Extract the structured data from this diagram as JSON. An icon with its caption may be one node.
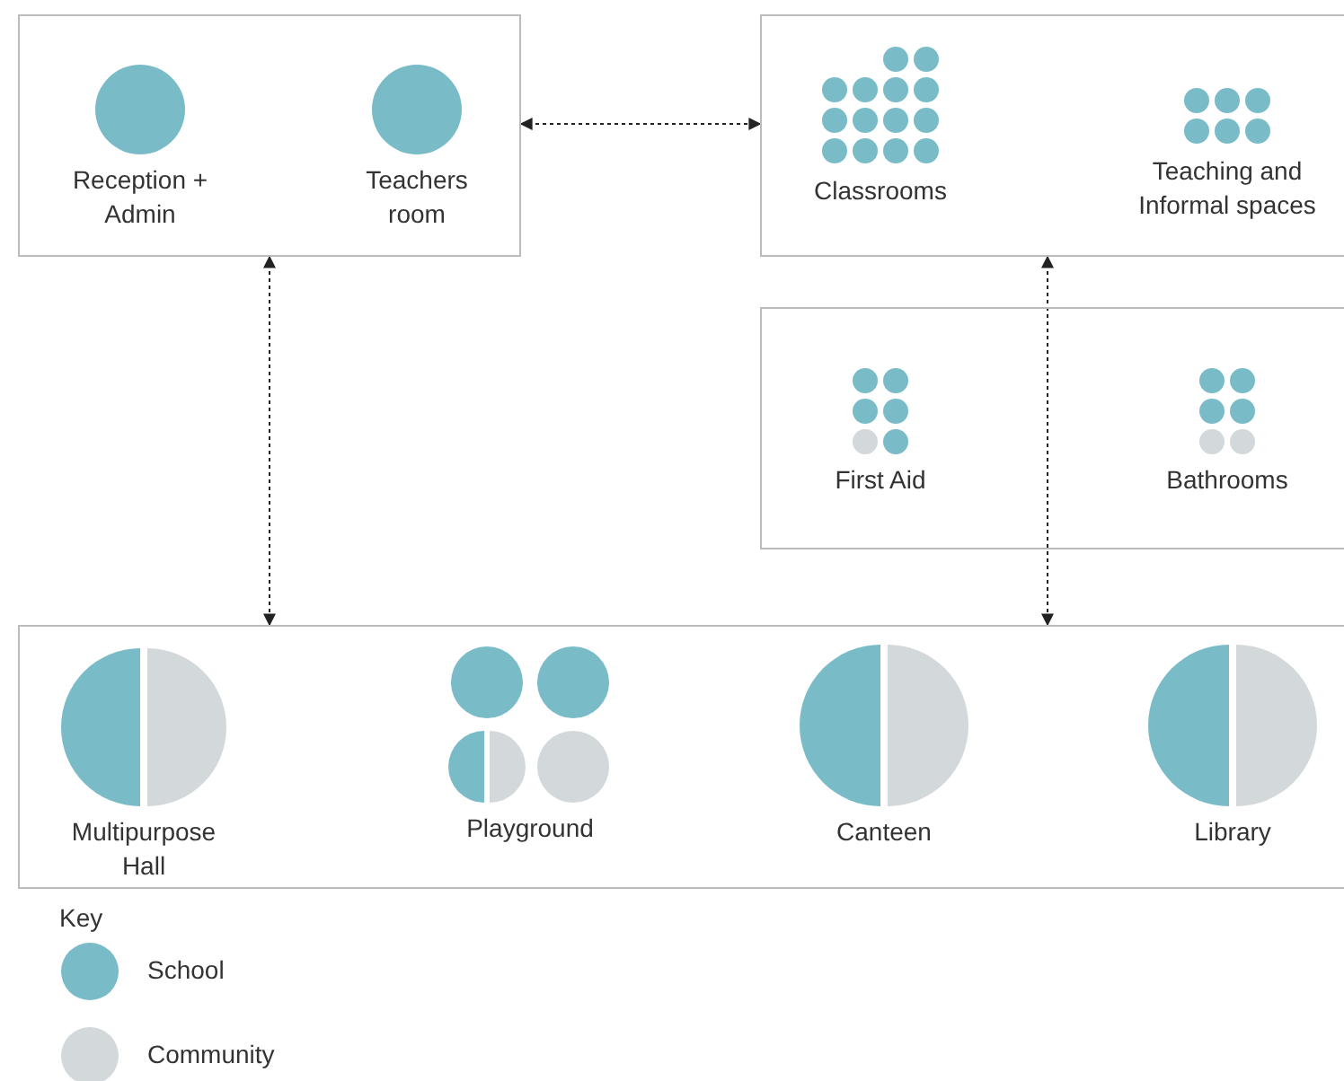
{
  "diagram": {
    "nodes": [
      {
        "text": [],
        "shape": "box"
      },
      {
        "text": [
          "Reception + Admin"
        ],
        "in": 0
      },
      {
        "text": [
          "Teachers room"
        ],
        "in": 0
      },
      {
        "text": [],
        "shape": "box"
      },
      {
        "text": [
          "Classrooms"
        ],
        "in": 3
      },
      {
        "text": [
          "Teaching and Informal spaces"
        ],
        "in": 3
      },
      {
        "text": [],
        "shape": "box"
      },
      {
        "text": [
          "First Aid"
        ],
        "in": 6
      },
      {
        "text": [
          "Bathrooms"
        ],
        "in": 6
      },
      {
        "text": [],
        "shape": "box"
      },
      {
        "text": [
          "Multipurpose Hall"
        ],
        "in": 9
      },
      {
        "text": [
          "Playground"
        ],
        "in": 9
      },
      {
        "text": [
          "Canteen"
        ],
        "in": 9
      },
      {
        "text": [
          "Library"
        ],
        "in": 9
      }
    ],
    "edges": [
      {
        "from": 0,
        "to": 3,
        "arrow": "both",
        "style": "dashed"
      },
      {
        "from": 0,
        "to": 9,
        "arrow": "both",
        "style": "dashed"
      },
      {
        "from": 3,
        "to": 9,
        "arrow": "both",
        "style": "dashed"
      }
    ],
    "labels": [
      "Key"
    ],
    "legend": [
      {
        "text": "School",
        "color": "#79bcc8"
      },
      {
        "text": "Community",
        "color": "#d3d8da"
      }
    ]
  }
}
